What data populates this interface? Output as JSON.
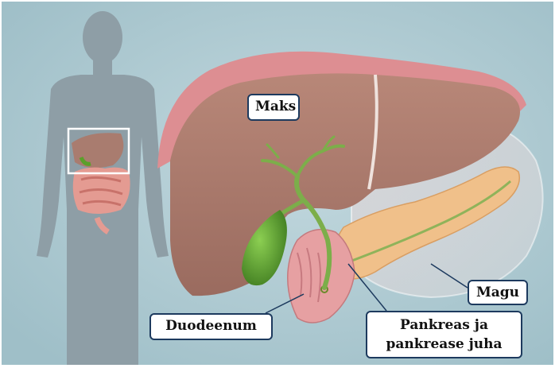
{
  "labels": {
    "liver": "Maks",
    "stomach": "Magu",
    "duodenum": "Duodeenum",
    "pancreas_line1": "Pankreas ja",
    "pancreas_line2": "pankrease juha"
  },
  "colors": {
    "background": "#a6c4cc",
    "silhouette": "#8a9aa2",
    "liver": "#a7776a",
    "liver_rim": "#d98a8e",
    "gallbladder": "#6aa63a",
    "bile_duct": "#7cae4a",
    "pancreas": "#f0c08a",
    "duodenum": "#e6a0a2",
    "label_border": "#1d3a5e"
  }
}
